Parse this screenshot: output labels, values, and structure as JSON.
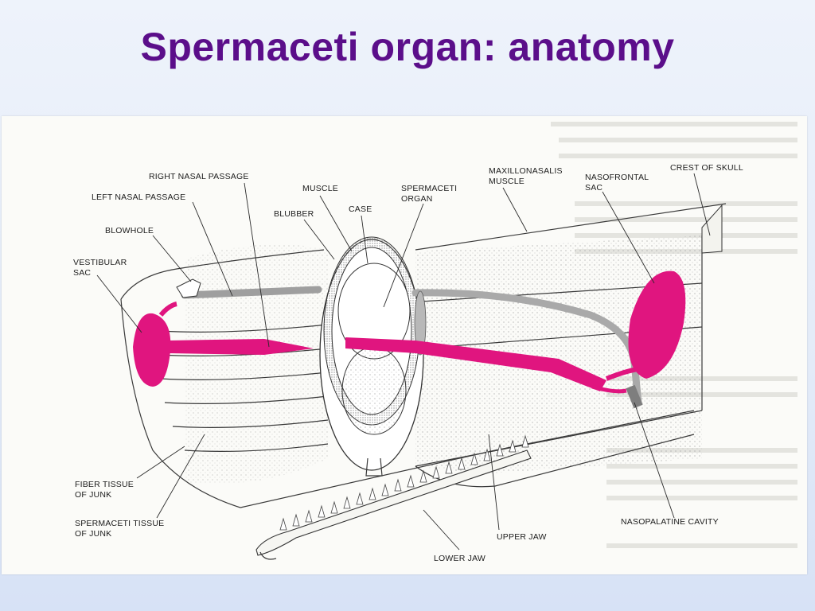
{
  "title": "Spermaceti organ: anatomy",
  "labels": {
    "right_nasal_passage": "RIGHT NASAL PASSAGE",
    "left_nasal_passage": "LEFT NASAL PASSAGE",
    "blowhole": "BLOWHOLE",
    "vestibular_sac_1": "VESTIBULAR",
    "vestibular_sac_2": "SAC",
    "muscle": "MUSCLE",
    "blubber": "BLUBBER",
    "case": "CASE",
    "spermaceti_organ_1": "SPERMACETI",
    "spermaceti_organ_2": "ORGAN",
    "maxillonasalis_1": "MAXILLONASALIS",
    "maxillonasalis_2": "MUSCLE",
    "nasofrontal_1": "NASOFRONTAL",
    "nasofrontal_2": "SAC",
    "crest_of_skull": "CREST OF SKULL",
    "fiber_tissue_1": "FIBER TISSUE",
    "fiber_tissue_2": "OF JUNK",
    "spermaceti_tissue_1": "SPERMACETI TISSUE",
    "spermaceti_tissue_2": "OF JUNK",
    "upper_jaw": "UPPER JAW",
    "nasopalatine_cavity": "NASOPALATINE CAVITY",
    "lower_jaw": "LOWER JAW"
  },
  "colors": {
    "title": "#5b0e8a",
    "air_sac": "#e0157f",
    "passage": "#a8a8a8"
  }
}
